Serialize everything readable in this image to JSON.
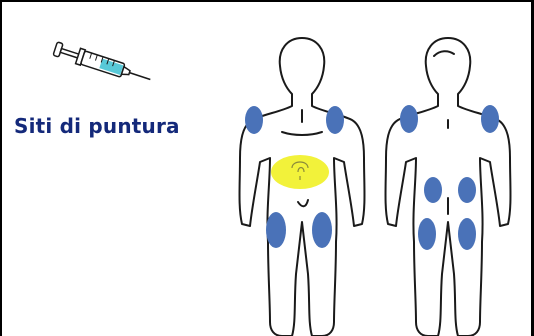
{
  "title": "Siti di puntura",
  "colors": {
    "site": "#4a72b8",
    "abdomen": "#f2f23a",
    "outline": "#1a1a1a",
    "title": "#14297a",
    "syringe_fluid": "#58c9d8"
  },
  "icons": [
    "syringe-icon"
  ],
  "figures": [
    {
      "view": "front",
      "sites": [
        "upper-arm-left",
        "upper-arm-right",
        "abdomen",
        "thigh-left",
        "thigh-right"
      ]
    },
    {
      "view": "back",
      "sites": [
        "upper-arm-left",
        "upper-arm-right",
        "buttock-left",
        "buttock-right",
        "thigh-left",
        "thigh-right"
      ]
    }
  ]
}
